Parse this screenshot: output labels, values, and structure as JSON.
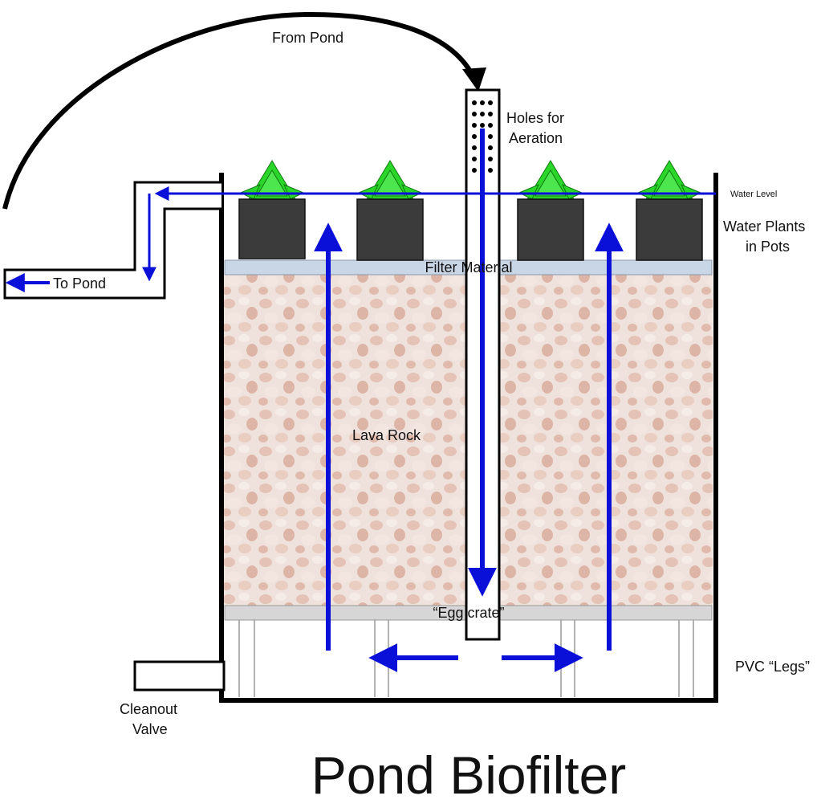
{
  "title": "Pond Biofilter",
  "labels": {
    "from_pond": "From Pond",
    "holes_line1": "Holes for",
    "holes_line2": "Aeration",
    "water_level": "Water Level",
    "plants_line1": "Water Plants",
    "plants_line2": "in Pots",
    "to_pond": "To Pond",
    "filter_material": "Filter Material",
    "lava_rock": "Lava Rock",
    "egg_crate": "“Egg crate”",
    "pvc_legs": "PVC “Legs”",
    "cleanout_line1": "Cleanout",
    "cleanout_line2": "Valve"
  },
  "colors": {
    "flow_arrow": "#0a10d8",
    "outline": "#000000",
    "pot": "#3b3b3b",
    "plant": "#2bd62b",
    "filter_band": "#c9d6e6",
    "lava_rock": "#e8cfc4",
    "egg_crate": "#d6d6d6"
  }
}
